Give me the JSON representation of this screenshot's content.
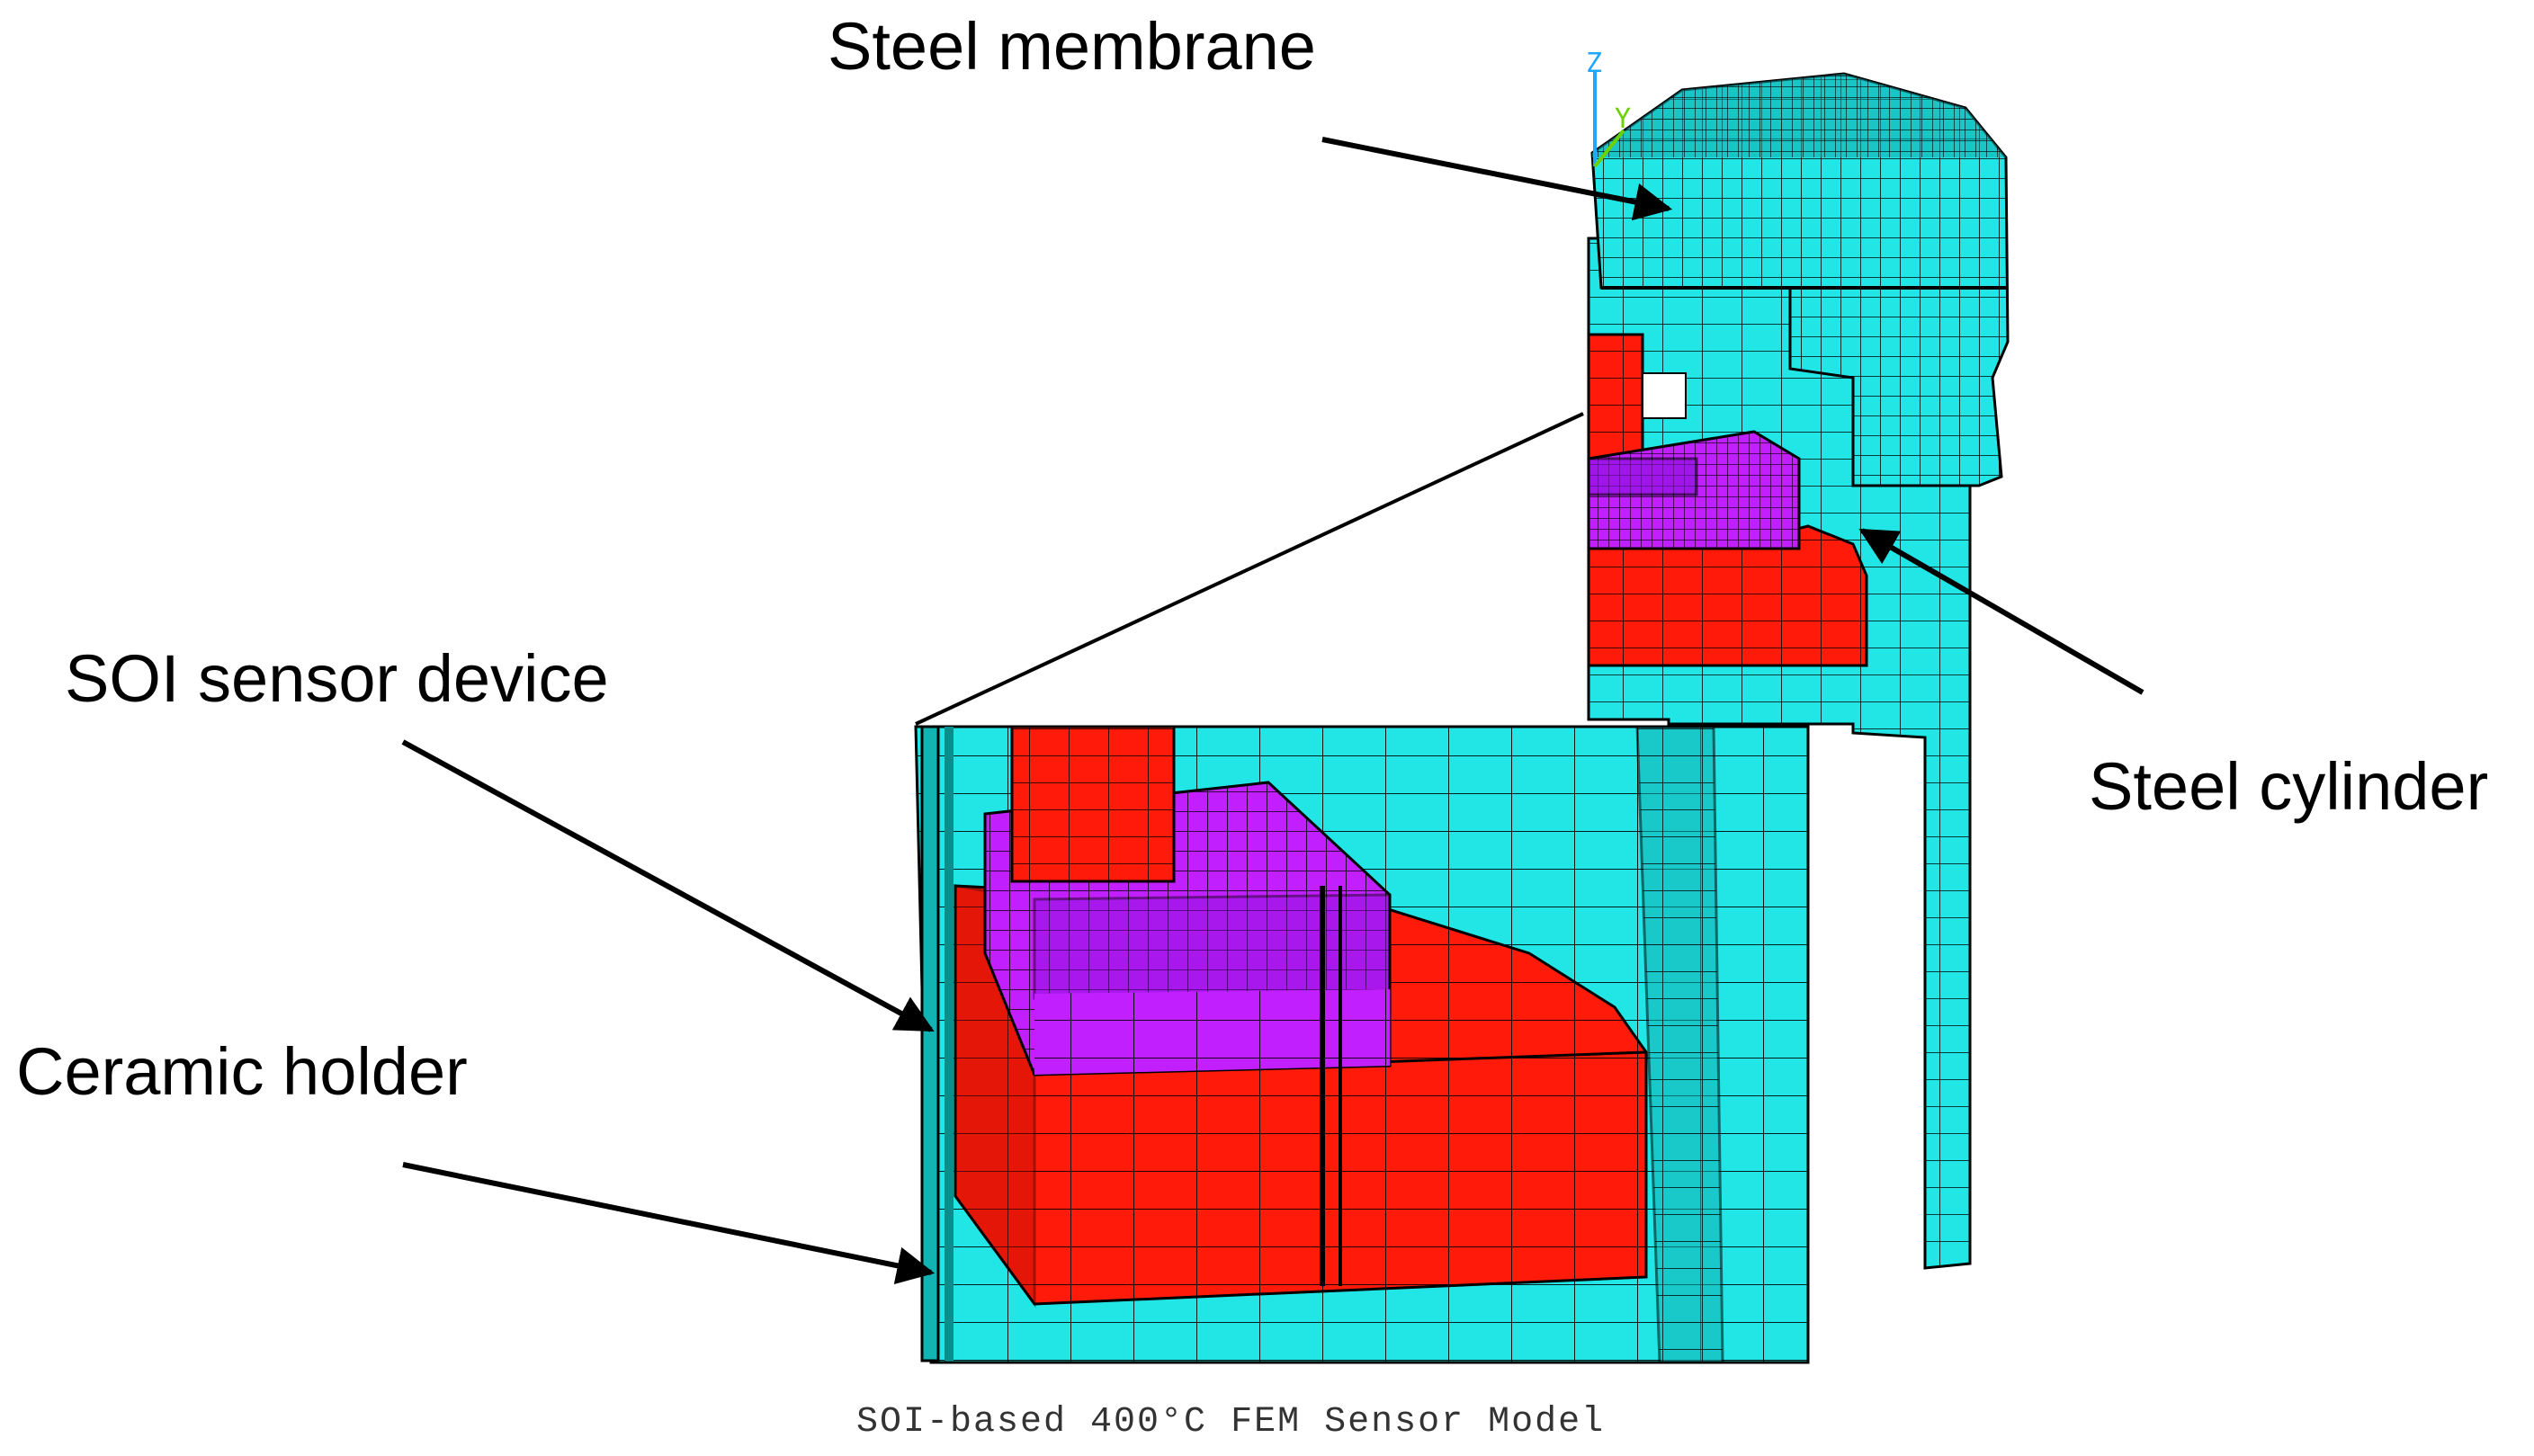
{
  "labels": {
    "steel_membrane": "Steel membrane",
    "soi_sensor": "SOI sensor device",
    "ceramic_holder": "Ceramic holder",
    "steel_cylinder": "Steel cylinder"
  },
  "caption": "SOI-based 400°C FEM Sensor Model",
  "axis": {
    "z": "Z",
    "y": "Y"
  },
  "colors": {
    "steel": "#22e6e6",
    "steel_dark": "#12b3b3",
    "ceramic": "#ff1a0a",
    "sensor": "#c21fff",
    "sensor_dark": "#8a10d9",
    "mesh": "#000000"
  }
}
